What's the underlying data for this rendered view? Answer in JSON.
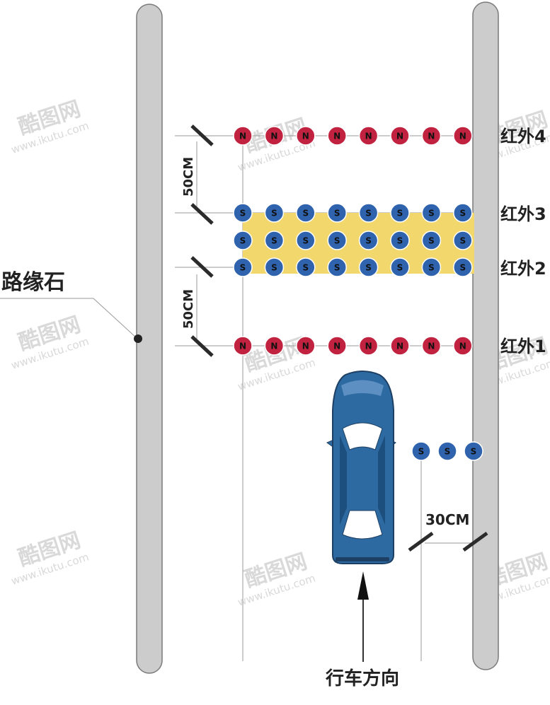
{
  "labels": {
    "curb": "路缘石",
    "infrared_4": "红外4",
    "infrared_3": "红外3",
    "infrared_2": "红外2",
    "infrared_1": "红外1",
    "spacing_upper": "50CM",
    "spacing_lower": "50CM",
    "spacing_side": "30CM",
    "direction": "行车方向"
  },
  "markers": {
    "north": "N",
    "south": "S"
  },
  "rows": [
    {
      "name": "infrared-4-row",
      "pole": "N",
      "count": 8
    },
    {
      "name": "infrared-3-row",
      "pole": "S",
      "count": 8
    },
    {
      "name": "middle-row",
      "pole": "S",
      "count": 8
    },
    {
      "name": "infrared-2-row",
      "pole": "S",
      "count": 8
    },
    {
      "name": "infrared-1-row",
      "pole": "N",
      "count": 8
    },
    {
      "name": "side-row",
      "pole": "S",
      "count": 3
    }
  ],
  "watermark": {
    "brand": "酷图网",
    "url": "www.ikutu.com"
  },
  "colors": {
    "north_marker": "#c0223f",
    "south_marker": "#2f63ae",
    "detection_zone": "#f1d76c",
    "curb": "#cccccc",
    "car_body": "#2e6aa2"
  }
}
